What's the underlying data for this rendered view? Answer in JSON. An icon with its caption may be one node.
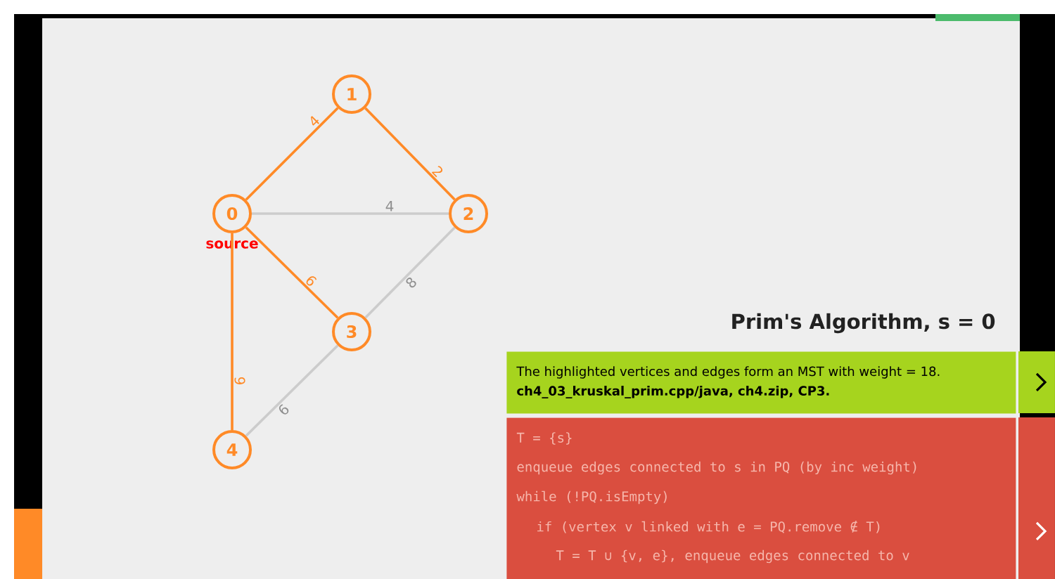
{
  "diagram": {
    "title": "Prim's Algorithm, s = 0",
    "nodes": [
      {
        "text": [
          "0"
        ],
        "beside": [
          "source"
        ]
      },
      {
        "text": [
          "1"
        ]
      },
      {
        "text": [
          "2"
        ]
      },
      {
        "text": [
          "3"
        ]
      },
      {
        "text": [
          "4"
        ]
      },
      {
        "text": [
          "The highlighted vertices and edges form an MST with weight = 18.",
          "ch4_03_kruskal_prim.cpp/java, ch4.zip, CP3."
        ]
      },
      {
        "text": [
          "T = {s}",
          "enqueue edges connected to s in PQ (by inc weight)",
          "while (!PQ.isEmpty)",
          "if (vertex v linked with e = PQ.remove ∉ T)",
          "T = T ∪ {v, e}, enqueue edges connected to v"
        ]
      }
    ],
    "edges": [
      {
        "from": 0,
        "to": 1,
        "arrow": "none",
        "label": "4"
      },
      {
        "from": 1,
        "to": 2,
        "arrow": "none",
        "label": "2"
      },
      {
        "from": 0,
        "to": 2,
        "arrow": "none",
        "label": "4",
        "color": "#cccccc"
      },
      {
        "from": 0,
        "to": 3,
        "arrow": "none",
        "label": "6"
      },
      {
        "from": 2,
        "to": 3,
        "arrow": "none",
        "label": "8",
        "color": "#cccccc"
      },
      {
        "from": 0,
        "to": 4,
        "arrow": "none",
        "label": "9"
      },
      {
        "from": 3,
        "to": 4,
        "arrow": "none",
        "label": "6",
        "color": "#cccccc"
      }
    ]
  }
}
